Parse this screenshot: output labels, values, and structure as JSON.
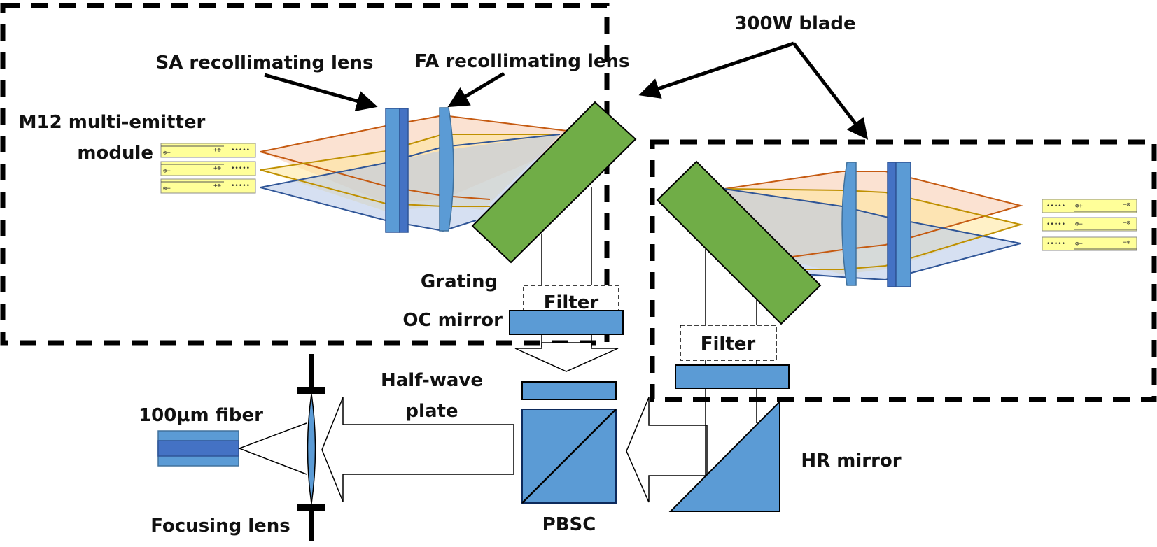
{
  "title": "Dual 300W blade wavelength-beam-combined diode laser setup",
  "colors": {
    "optic_blue": "#5b9bd5",
    "optic_blue_dark": "#4472c4",
    "grating_green": "#70ad47",
    "beam_orange": "#c55a11",
    "beam_gold": "#bf9000",
    "beam_blue": "#2f5597",
    "emitter_yellow": "#ffff99",
    "fill_orange": "#f8cbad",
    "fill_gold": "#ffe699",
    "fill_blue": "#b4c7e7"
  },
  "labels": {
    "blade": "300W blade",
    "sa_lens": "SA recollimating lens",
    "fa_lens": "FA recollimating lens",
    "module_line1": "M12 multi-emitter",
    "module_line2": "module",
    "grating": "Grating",
    "filter_left": "Filter",
    "filter_right": "Filter",
    "oc_mirror": "OC mirror",
    "half_wave_line1": "Half-wave",
    "half_wave_line2": "plate",
    "fiber": "100μm fiber",
    "focusing_lens": "Focusing lens",
    "pbsc": "PBSC",
    "hr_mirror": "HR mirror"
  },
  "emitters_left": [
    {
      "left": "⊗−",
      "mid": "+⊗",
      "right": "•••••"
    },
    {
      "left": "⊗−",
      "mid": "+⊗",
      "right": "•••••"
    },
    {
      "left": "⊗−",
      "mid": "+⊗",
      "right": "•••••"
    }
  ],
  "emitters_right": [
    {
      "left": "•••••",
      "mid": "⊗+",
      "right": "−⊗"
    },
    {
      "left": "•••••",
      "mid": "⊗−",
      "right": "−⊗"
    },
    {
      "left": "•••••",
      "mid": "⊗−",
      "right": "−⊗"
    }
  ]
}
